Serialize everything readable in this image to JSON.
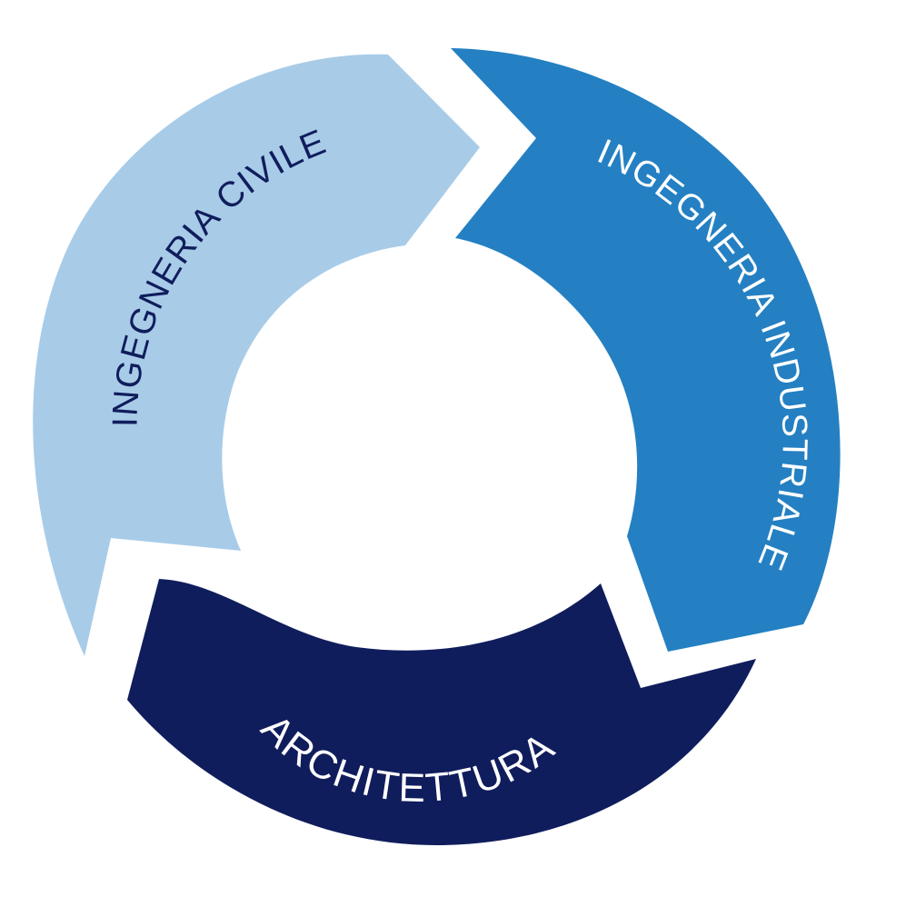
{
  "diagram": {
    "segments": [
      {
        "id": "civile",
        "label": "INGEGNERIA CIVILE",
        "fill": "#a8cce8",
        "text_color": "#101d5c"
      },
      {
        "id": "industriale",
        "label": "INGEGNERIA INDUSTRIALE",
        "fill": "#2480c2",
        "text_color": "#ffffff"
      },
      {
        "id": "architettura",
        "label": "ARCHITETTURA",
        "fill": "#101d5c",
        "text_color": "#ffffff"
      }
    ]
  }
}
